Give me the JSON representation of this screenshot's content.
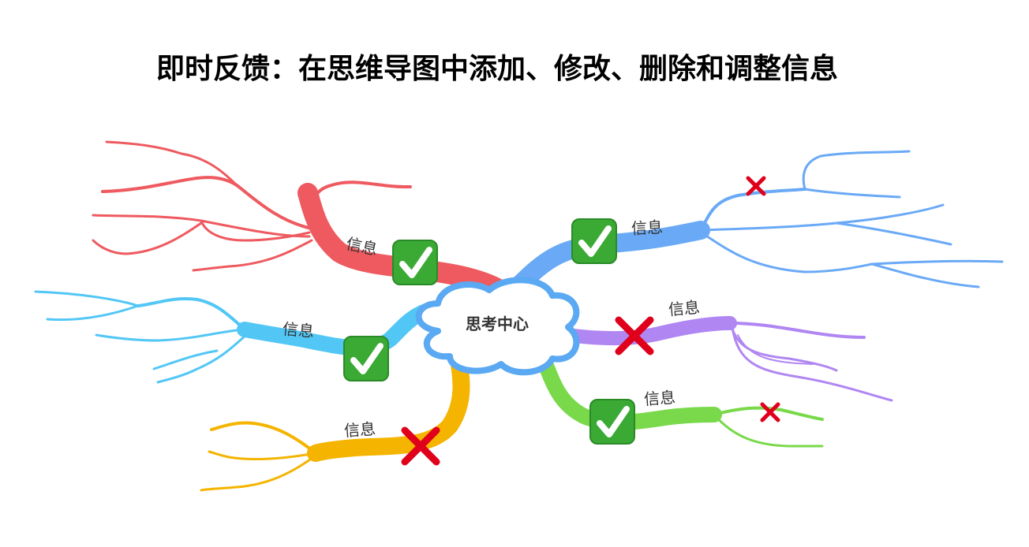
{
  "title": "即时反馈：在思维导图中添加、修改、删除和调整信息",
  "center": {
    "label": "思考中心",
    "fill": "#ffffff",
    "stroke": "#5aa9f2"
  },
  "branches": [
    {
      "id": "top-left",
      "color": "#ee5a5f",
      "label": "信息",
      "mark": "check"
    },
    {
      "id": "mid-left",
      "color": "#52c7f6",
      "label": "信息",
      "mark": "check"
    },
    {
      "id": "bot-left",
      "color": "#f4b400",
      "label": "信息",
      "mark": "cross"
    },
    {
      "id": "top-right",
      "color": "#6aa9f6",
      "label": "信息",
      "mark": "check",
      "sub_mark": "cross"
    },
    {
      "id": "mid-right",
      "color": "#b086f2",
      "label": "信息",
      "mark": "cross"
    },
    {
      "id": "bot-right",
      "color": "#79d94a",
      "label": "信息",
      "mark": "check",
      "sub_mark": "cross"
    }
  ],
  "icons": {
    "check": "check-mark-button-icon",
    "cross": "cross-mark-icon"
  },
  "colors": {
    "check_bg": "#3aaa35",
    "check_fg": "#ffffff",
    "cross": "#e0001b"
  }
}
